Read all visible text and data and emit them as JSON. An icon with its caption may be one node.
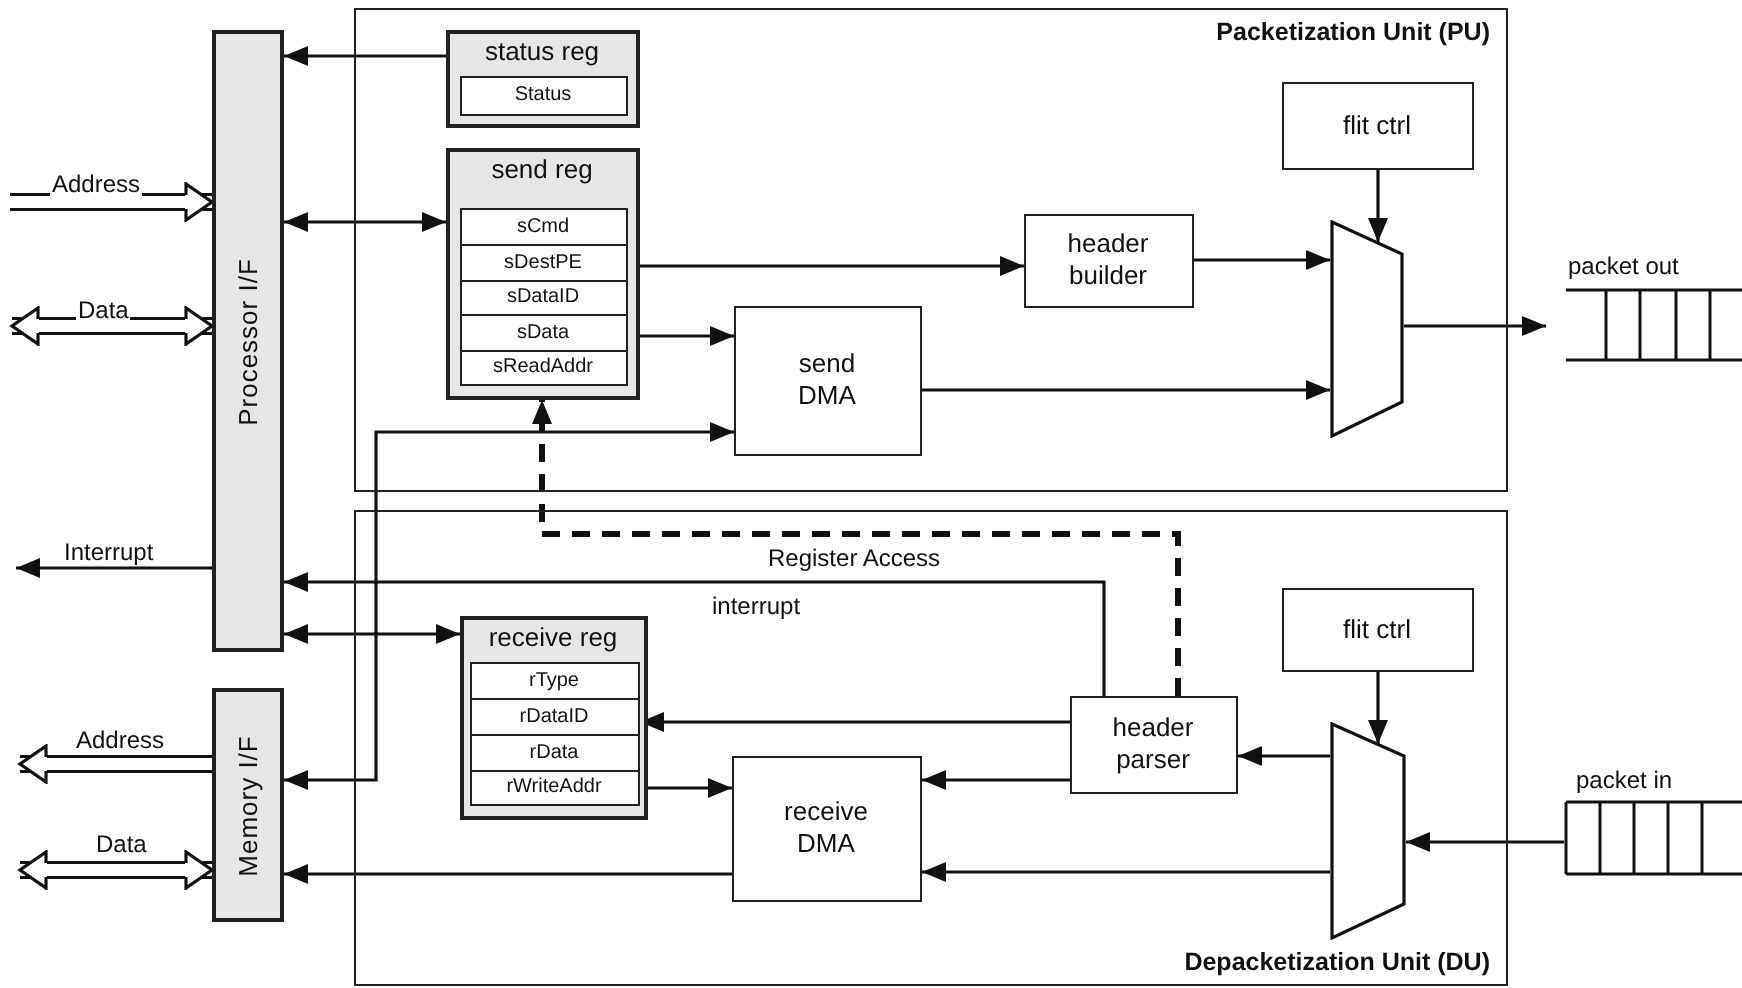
{
  "diagram": {
    "nodes": [
      {
        "text": [
          "Processor I/F"
        ]
      },
      {
        "text": [
          "Packetization Unit (PU)"
        ]
      },
      {
        "text": [
          "status reg"
        ],
        "in": 1
      },
      {
        "text": [
          "Status"
        ],
        "in": 2
      },
      {
        "text": [
          "send reg"
        ],
        "in": 1
      },
      {
        "text": [
          "sCmd"
        ],
        "in": 4
      },
      {
        "text": [
          "sDestPE"
        ],
        "in": 4
      },
      {
        "text": [
          "sDataID"
        ],
        "in": 4
      },
      {
        "text": [
          "sData"
        ],
        "in": 4
      },
      {
        "text": [
          "sReadAddr"
        ],
        "in": 4
      },
      {
        "text": [
          "flit ctrl"
        ],
        "in": 1
      },
      {
        "text": [
          "header builder"
        ],
        "in": 1
      },
      {
        "text": [
          "send DMA"
        ],
        "in": 1
      },
      {
        "text": [],
        "shape": "trapezoid",
        "in": 1
      },
      {
        "text": [
          "packet out"
        ]
      },
      {
        "text": [
          "Memory I/F"
        ]
      },
      {
        "text": [
          "Depacketization Unit (DU)"
        ]
      },
      {
        "text": [
          "receive reg"
        ],
        "in": 16
      },
      {
        "text": [
          "rType"
        ],
        "in": 17
      },
      {
        "text": [
          "rDataID"
        ],
        "in": 17
      },
      {
        "text": [
          "rData"
        ],
        "in": 17
      },
      {
        "text": [
          "rWriteAddr"
        ],
        "in": 17
      },
      {
        "text": [
          "flit ctrl"
        ],
        "in": 16
      },
      {
        "text": [
          "header parser"
        ],
        "in": 16
      },
      {
        "text": [
          "receive DMA"
        ],
        "in": 16
      },
      {
        "text": [],
        "shape": "trapezoid",
        "in": 16
      },
      {
        "text": [
          "packet in"
        ]
      }
    ],
    "edges": [
      {
        "from": 2,
        "to": 0,
        "arrow": "to"
      },
      {
        "from": 0,
        "to": 4,
        "arrow": "both"
      },
      {
        "from": 6,
        "to": 11,
        "arrow": "to"
      },
      {
        "from": 8,
        "to": 12,
        "arrow": "to"
      },
      {
        "from": 11,
        "to": 13,
        "arrow": "to"
      },
      {
        "from": 12,
        "to": 13,
        "arrow": "to"
      },
      {
        "from": 10,
        "to": 13,
        "arrow": "to"
      },
      {
        "from": 13,
        "to": 14,
        "arrow": "to"
      },
      {
        "from": 15,
        "to": 12,
        "arrow": "both"
      },
      {
        "from": 23,
        "to": 4,
        "arrow": "to",
        "label": "Register Access",
        "style": "dashed"
      },
      {
        "from": 23,
        "to": 0,
        "arrow": "to",
        "label": "interrupt"
      },
      {
        "from": 0,
        "to": 17,
        "arrow": "both"
      },
      {
        "from": 23,
        "to": 19,
        "arrow": "to"
      },
      {
        "from": 23,
        "to": 24,
        "arrow": "to"
      },
      {
        "from": 21,
        "to": 24,
        "arrow": "to"
      },
      {
        "from": 24,
        "to": 15,
        "arrow": "to"
      },
      {
        "from": 25,
        "to": 23,
        "arrow": "to"
      },
      {
        "from": 25,
        "to": 24,
        "arrow": "to"
      },
      {
        "from": 22,
        "to": 25,
        "arrow": "to"
      },
      {
        "from": 26,
        "to": 25,
        "arrow": "to"
      },
      {
        "from": null,
        "to": 0,
        "arrow": "to",
        "label": "Address",
        "style": "thick"
      },
      {
        "from": null,
        "to": 0,
        "arrow": "both",
        "label": "Data",
        "style": "thick"
      },
      {
        "from": 0,
        "to": null,
        "arrow": "to",
        "label": "Interrupt"
      },
      {
        "from": 15,
        "to": null,
        "arrow": "to",
        "label": "Address",
        "style": "thick"
      },
      {
        "from": null,
        "to": 15,
        "arrow": "both",
        "label": "Data",
        "style": "thick"
      }
    ]
  }
}
